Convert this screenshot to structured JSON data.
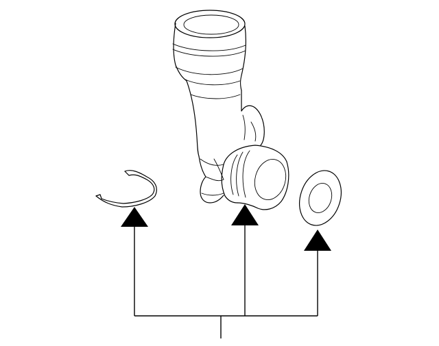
{
  "diagram": {
    "line_color": "#000000",
    "background": "#ffffff",
    "parts": [
      {
        "name": "retaining-clip"
      },
      {
        "name": "shift-boot-knob"
      },
      {
        "name": "washer-seal"
      }
    ],
    "callout_count": 3
  }
}
